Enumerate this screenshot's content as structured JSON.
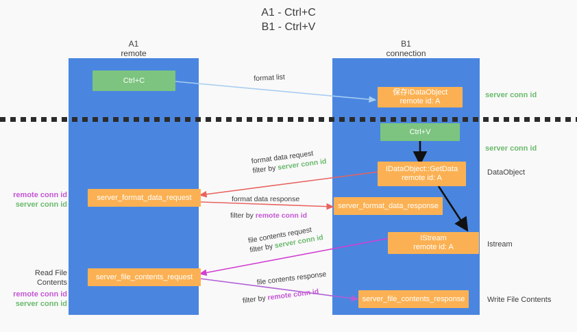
{
  "title": "A1 - Ctrl+C\nB1 - Ctrl+V",
  "lanes": [
    {
      "id": "a1",
      "label": "A1\nremote"
    },
    {
      "id": "b1",
      "label": "B1\nconnection"
    }
  ],
  "nodes": {
    "ctrl_c": "Ctrl+C",
    "save_idataobject": "保存IDataObject\nremote id: A",
    "ctrl_v": "Ctrl+V",
    "idataobject_getdata": "IDataObject::GetData\nremote id: A",
    "server_format_data_request": "server_format_data_request",
    "server_format_data_response": "server_format_data_response",
    "istream": "IStream\nremote id: A",
    "server_file_contents_request": "server_file_contents_request",
    "server_file_contents_response": "server_file_contents_response"
  },
  "flows": {
    "format_list": "format list",
    "format_data_request": "format data request",
    "format_data_request_filter_prefix": "filter by ",
    "format_data_request_filter_value": "server conn id",
    "format_data_response": "format data response",
    "format_data_response_filter_prefix": "filter by ",
    "format_data_response_filter_value": "remote conn id",
    "file_contents_request": "file contents request",
    "file_contents_request_filter_prefix": "filter by ",
    "file_contents_request_filter_value": "server conn id",
    "file_contents_response": "file contents response",
    "file_contents_response_filter_prefix": "filter by ",
    "file_contents_response_filter_value": "remote conn id"
  },
  "left_annotations": {
    "format_remote": "remote conn id",
    "format_server": "server conn id",
    "read_file_contents": "Read File Contents",
    "file_remote": "remote conn id",
    "file_server": "server conn id"
  },
  "right_annotations": {
    "server_conn_id_top": "server conn id",
    "server_conn_id_mid": "server conn id",
    "dataobject": "DataObject",
    "istream": "Istream",
    "write_file_contents": "Write File Contents"
  },
  "colors": {
    "lane": "#4a86e0",
    "green_node": "#7cc47f",
    "orange_node": "#fbb153",
    "server_conn_id": "#6aba6d",
    "remote_conn_id": "#c455d4",
    "arrow_light_blue": "#a8cdf0",
    "arrow_red": "#e8635f",
    "arrow_magenta": "#d13fd1",
    "arrow_purple": "#b05ed6",
    "arrow_black": "#111111",
    "background": "#f9f9f9"
  }
}
